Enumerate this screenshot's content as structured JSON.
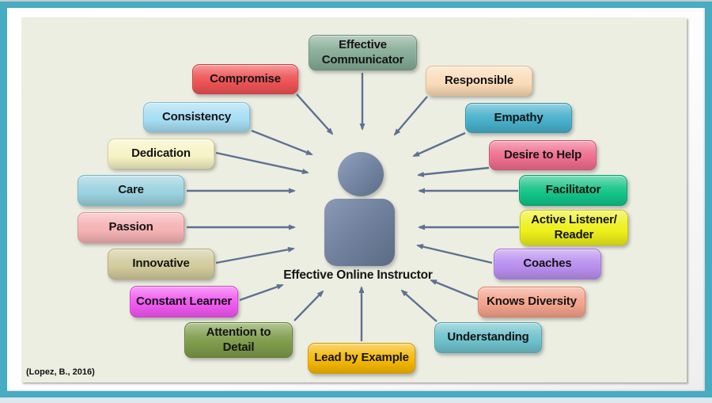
{
  "title": "Effective Online Instructor diagram",
  "caption": "(Lopez, B., 2016)",
  "center": {
    "label": "Effective Online Instructor",
    "icon": "person-icon"
  },
  "colors": {
    "frame_teal": "#47abc2",
    "frame_top_strip": "#c6cacd",
    "frame_bottom_strip": "#dce7ee",
    "content_bg": "#edeee2",
    "arrow": "#5d7191",
    "icon": "#72839f",
    "text": "#141414"
  },
  "nodes": [
    {
      "id": "effective-communicator",
      "label": "Effective\nCommunicator",
      "color": "#85ab96",
      "border": "#6a8f7c"
    },
    {
      "id": "compromise",
      "label": "Compromise",
      "color": "#ee5355",
      "border": "#d23a3c"
    },
    {
      "id": "responsible",
      "label": "Responsible",
      "color": "#fadcb8",
      "border": "#e5bd8e"
    },
    {
      "id": "consistency",
      "label": "Consistency",
      "color": "#a6ddf3",
      "border": "#7cc0dd"
    },
    {
      "id": "empathy",
      "label": "Empathy",
      "color": "#48b0cb",
      "border": "#2f93ad"
    },
    {
      "id": "dedication",
      "label": "Dedication",
      "color": "#f6f3c5",
      "border": "#d9d395"
    },
    {
      "id": "desire-to-help",
      "label": "Desire to Help",
      "color": "#ee6e8e",
      "border": "#d44f72"
    },
    {
      "id": "care",
      "label": "Care",
      "color": "#9ad2df",
      "border": "#74b5c6"
    },
    {
      "id": "facilitator",
      "label": "Facilitator",
      "color": "#12c488",
      "border": "#00a06c"
    },
    {
      "id": "passion",
      "label": "Passion",
      "color": "#f5b2b4",
      "border": "#dd9093"
    },
    {
      "id": "active-listener-reader",
      "label": "Active Listener/\nReader",
      "color": "#eef019",
      "border": "#c8ca00"
    },
    {
      "id": "innovative",
      "label": "Innovative",
      "color": "#d2cb9d",
      "border": "#b3aa74"
    },
    {
      "id": "coaches",
      "label": "Coaches",
      "color": "#b98fee",
      "border": "#a273dc"
    },
    {
      "id": "constant-learner",
      "label": "Constant Learner",
      "color": "#f058f0",
      "border": "#d13ed1"
    },
    {
      "id": "knows-diversity",
      "label": "Knows Diversity",
      "color": "#f3a28c",
      "border": "#dd7f64"
    },
    {
      "id": "attention-to-detail",
      "label": "Attention to\nDetail",
      "color": "#7d9c4a",
      "border": "#617f30"
    },
    {
      "id": "understanding",
      "label": "Understanding",
      "color": "#6fc2cc",
      "border": "#4fa5b0"
    },
    {
      "id": "lead-by-example",
      "label": "Lead by Example",
      "color": "#f5b800",
      "border": "#cf9800"
    }
  ]
}
